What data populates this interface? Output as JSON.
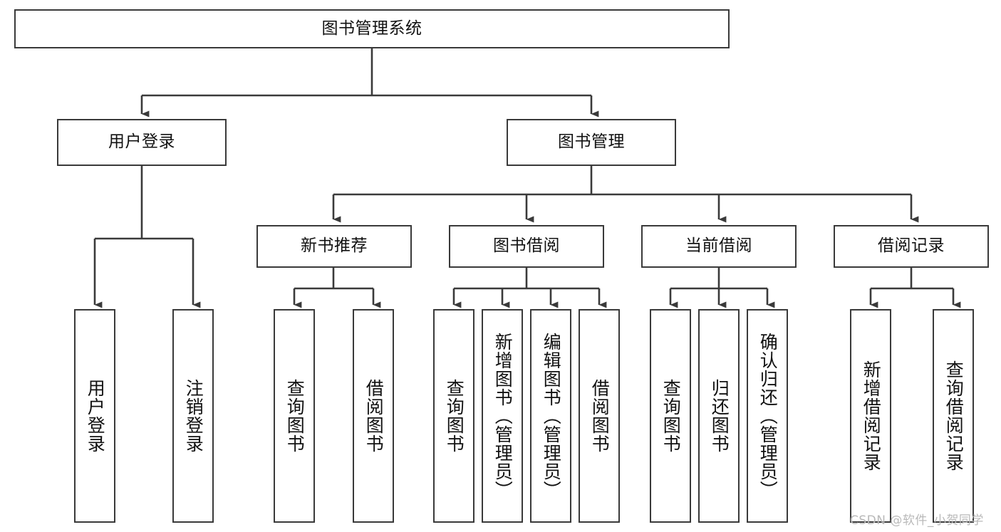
{
  "diagram": {
    "type": "tree-hierarchy",
    "title": "图书管理系统",
    "root": {
      "label": "图书管理系统"
    },
    "level2": [
      {
        "id": "user-login",
        "label": "用户登录"
      },
      {
        "id": "book-management",
        "label": "图书管理"
      }
    ],
    "level3": [
      {
        "id": "new-book-recommend",
        "label": "新书推荐",
        "parent": "book-management"
      },
      {
        "id": "book-borrow",
        "label": "图书借阅",
        "parent": "book-management"
      },
      {
        "id": "current-borrow",
        "label": "当前借阅",
        "parent": "book-management"
      },
      {
        "id": "borrow-record",
        "label": "借阅记录",
        "parent": "book-management"
      }
    ],
    "leaves": [
      {
        "id": "leaf-user-login",
        "label": "用户登录",
        "parent": "user-login"
      },
      {
        "id": "leaf-user-logout",
        "label": "注销登录",
        "parent": "user-login"
      },
      {
        "id": "leaf-query-book-1",
        "label": "查询图书",
        "parent": "new-book-recommend"
      },
      {
        "id": "leaf-borrow-book-1",
        "label": "借阅图书",
        "parent": "new-book-recommend"
      },
      {
        "id": "leaf-query-book-2",
        "label": "查询图书",
        "parent": "book-borrow"
      },
      {
        "id": "leaf-add-book",
        "label": "新增图书（管理员）",
        "parent": "book-borrow"
      },
      {
        "id": "leaf-edit-book",
        "label": "编辑图书（管理员）",
        "parent": "book-borrow"
      },
      {
        "id": "leaf-borrow-book-2",
        "label": "借阅图书",
        "parent": "book-borrow"
      },
      {
        "id": "leaf-query-book-3",
        "label": "查询图书",
        "parent": "current-borrow"
      },
      {
        "id": "leaf-return-book",
        "label": "归还图书",
        "parent": "current-borrow"
      },
      {
        "id": "leaf-confirm-return",
        "label": "确认归还（管理员）",
        "parent": "current-borrow"
      },
      {
        "id": "leaf-add-record",
        "label": "新增借阅记录",
        "parent": "borrow-record"
      },
      {
        "id": "leaf-query-record",
        "label": "查询借阅记录",
        "parent": "borrow-record"
      }
    ],
    "colors": {
      "border": "#3a3a3a",
      "background": "#ffffff",
      "text": "#111111",
      "watermark": "#b9b9b9"
    }
  },
  "watermark": {
    "text": "CSDN @软件_小贺同学"
  }
}
